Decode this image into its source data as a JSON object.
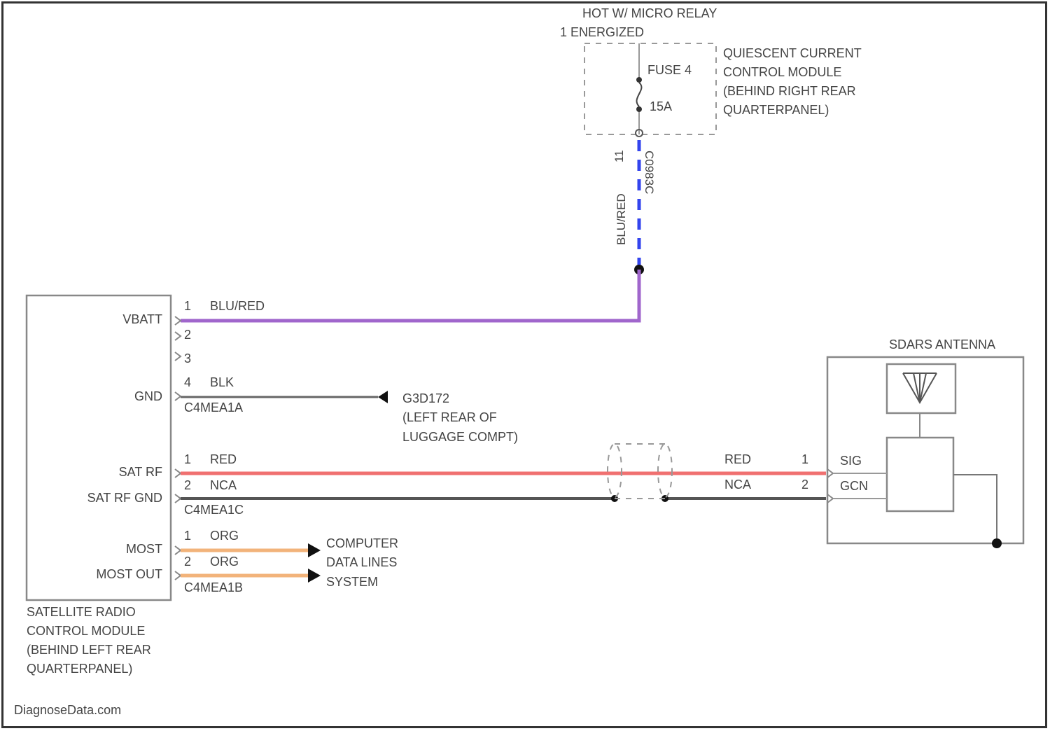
{
  "relay": {
    "title_line1": "HOT W/ MICRO RELAY",
    "title_line2": "1 ENERGIZED",
    "fuse_name": "FUSE 4",
    "fuse_rating": "15A"
  },
  "quiescent_module": {
    "line1": "QUIESCENT CURRENT",
    "line2": "CONTROL MODULE",
    "line3": "(BEHIND RIGHT REAR",
    "line4": "QUARTERPANEL)"
  },
  "vertical_wire": {
    "pin": "11",
    "color_label": "BLU/RED",
    "connector": "C0983C"
  },
  "satellite_module": {
    "line1": "SATELLITE RADIO",
    "line2": "CONTROL MODULE",
    "line3": "(BEHIND LEFT REAR",
    "line4": "QUARTERPANEL)",
    "pins": {
      "vbatt": "VBATT",
      "gnd": "GND",
      "sat_rf": "SAT RF",
      "sat_rf_gnd": "SAT RF GND",
      "most_in": "MOST",
      "most_out": "MOST OUT"
    }
  },
  "wires": {
    "vbatt": {
      "pin": "1",
      "label": "BLU/RED",
      "color": "#a066cc"
    },
    "pin2": "2",
    "pin3": "3",
    "gnd": {
      "pin": "4",
      "label": "BLK",
      "connector": "C4MEA1A"
    },
    "sat_rf": {
      "pin": "1",
      "label": "RED",
      "color": "#f07070"
    },
    "sat_rf_gnd": {
      "pin": "2",
      "label": "NCA",
      "connector": "C4MEA1C"
    },
    "most_in": {
      "pin": "1",
      "label": "ORG",
      "color": "#f2b37a"
    },
    "most_out": {
      "pin": "2",
      "label": "ORG",
      "connector": "C4MEA1B"
    }
  },
  "ground_point": {
    "id": "G3D172",
    "line2": "(LEFT REAR OF",
    "line3": "LUGGAGE COMPT)"
  },
  "data_lines": {
    "line1": "COMPUTER",
    "line2": "DATA LINES",
    "line3": "SYSTEM"
  },
  "antenna_side": {
    "red_label": "RED",
    "red_pin": "1",
    "nca_label": "NCA",
    "nca_pin": "2",
    "sig": "SIG",
    "gnd": "GCN",
    "title": "SDARS ANTENNA"
  },
  "watermark": "DiagnoseData.com"
}
